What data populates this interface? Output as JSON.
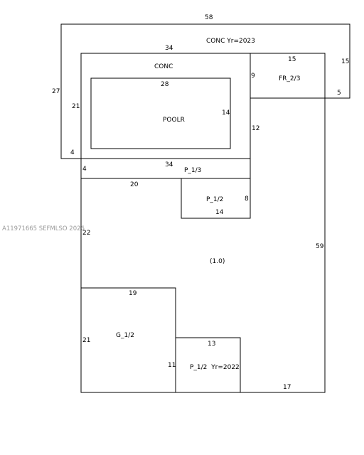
{
  "watermark": "A11971665 SEFMLSO 2026",
  "areas": {
    "conc_top": "CONC Yr=2023",
    "conc": "CONC",
    "pool": "POOLR",
    "fr": "FR_2/3",
    "p13": "P_1/3",
    "p12_upper": "P_1/2",
    "main": "(1.0)",
    "garage": "G_1/2",
    "p12_lower": "P_1/2  Yr=2022"
  },
  "dimensions": {
    "d58": "58",
    "d27": "27",
    "d15_right": "15",
    "d5": "5",
    "d34_top": "34",
    "d15_fr": "15",
    "d9": "9",
    "d21_left": "21",
    "d28": "28",
    "d14_pool": "14",
    "d12": "12",
    "d4_left": "4",
    "d34_mid": "34",
    "d4_p13": "4",
    "d20": "20",
    "d8": "8",
    "d14_p12": "14",
    "d22": "22",
    "d59": "59",
    "d19": "19",
    "d21_g": "21",
    "d13": "13",
    "d11": "11",
    "d17": "17"
  }
}
